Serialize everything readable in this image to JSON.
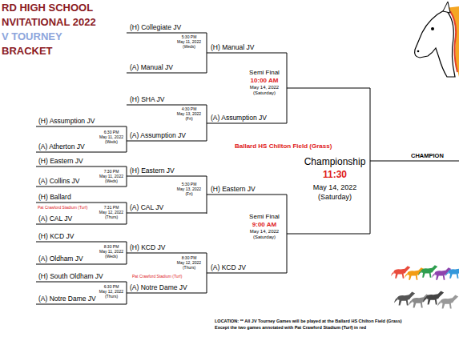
{
  "diagram": {
    "labels": [
      "RD HIGH SCHOOL",
      "NVITATIONAL 2022",
      "V TOURNEY",
      "BRACKET",
      "(H) Collegiate JV",
      "5:30 PM",
      "May 11, 2022",
      "(Weds)",
      "(A) Manual JV",
      "(H) Manual JV",
      "(H) SHA JV",
      "4:30 PM",
      "May 13, 2022",
      "(Fri)",
      "(H) Assumption JV",
      "6:30 PM",
      "May 11, 2022",
      "(Weds)",
      "(A) Atherton JV",
      "(A) Assumption JV",
      "(A) Assumption JV",
      "Semi Final",
      "10:00 AM",
      "May 14, 2022",
      "(Saturday)",
      "Ballard HS Chilton Field (Grass)",
      "(H) Eastern JV",
      "7:30 PM",
      "May 11, 2022",
      "(Weds)",
      "(A) Collins JV",
      "(H) Eastern JV",
      "(H) Ballard",
      "Pat Crawford Stadium (Turf)",
      "7:31 PM",
      "May 12, 2022",
      "(Thurs)",
      "(A) CAL JV",
      "(A) CAL JV",
      "5:30 PM",
      "May 13, 2022",
      "(Fri)",
      "(H) Eastern JV",
      "Semi Final",
      "9:00 AM",
      "May 14, 2022",
      "(Saturday)",
      "(H) KCD JV",
      "8:30 PM",
      "May 11, 2022",
      "(Weds)",
      "(A) Oldham JV",
      "(H) KCD JV",
      "(H) South Oldham JV",
      "6:30 PM",
      "May 12, 2022",
      "(Thurs)",
      "(A) Notre Dame JV",
      "(A) Notre Dame JV",
      "Pat Crawford Stadium (Turf)",
      "8:30 PM",
      "May 12, 2022",
      "(Thurs)",
      "(A) KCD JV",
      "Championship",
      "11:30",
      "May 14, 2022",
      "(Saturday)",
      "CHAMPION",
      "LOCATION: ** All JV Tourney Games will be played at the Ballard HS Chilton Field (Grass)",
      "Except the two games annotated with Pat Crawford Stadium (Turf) in red"
    ]
  }
}
